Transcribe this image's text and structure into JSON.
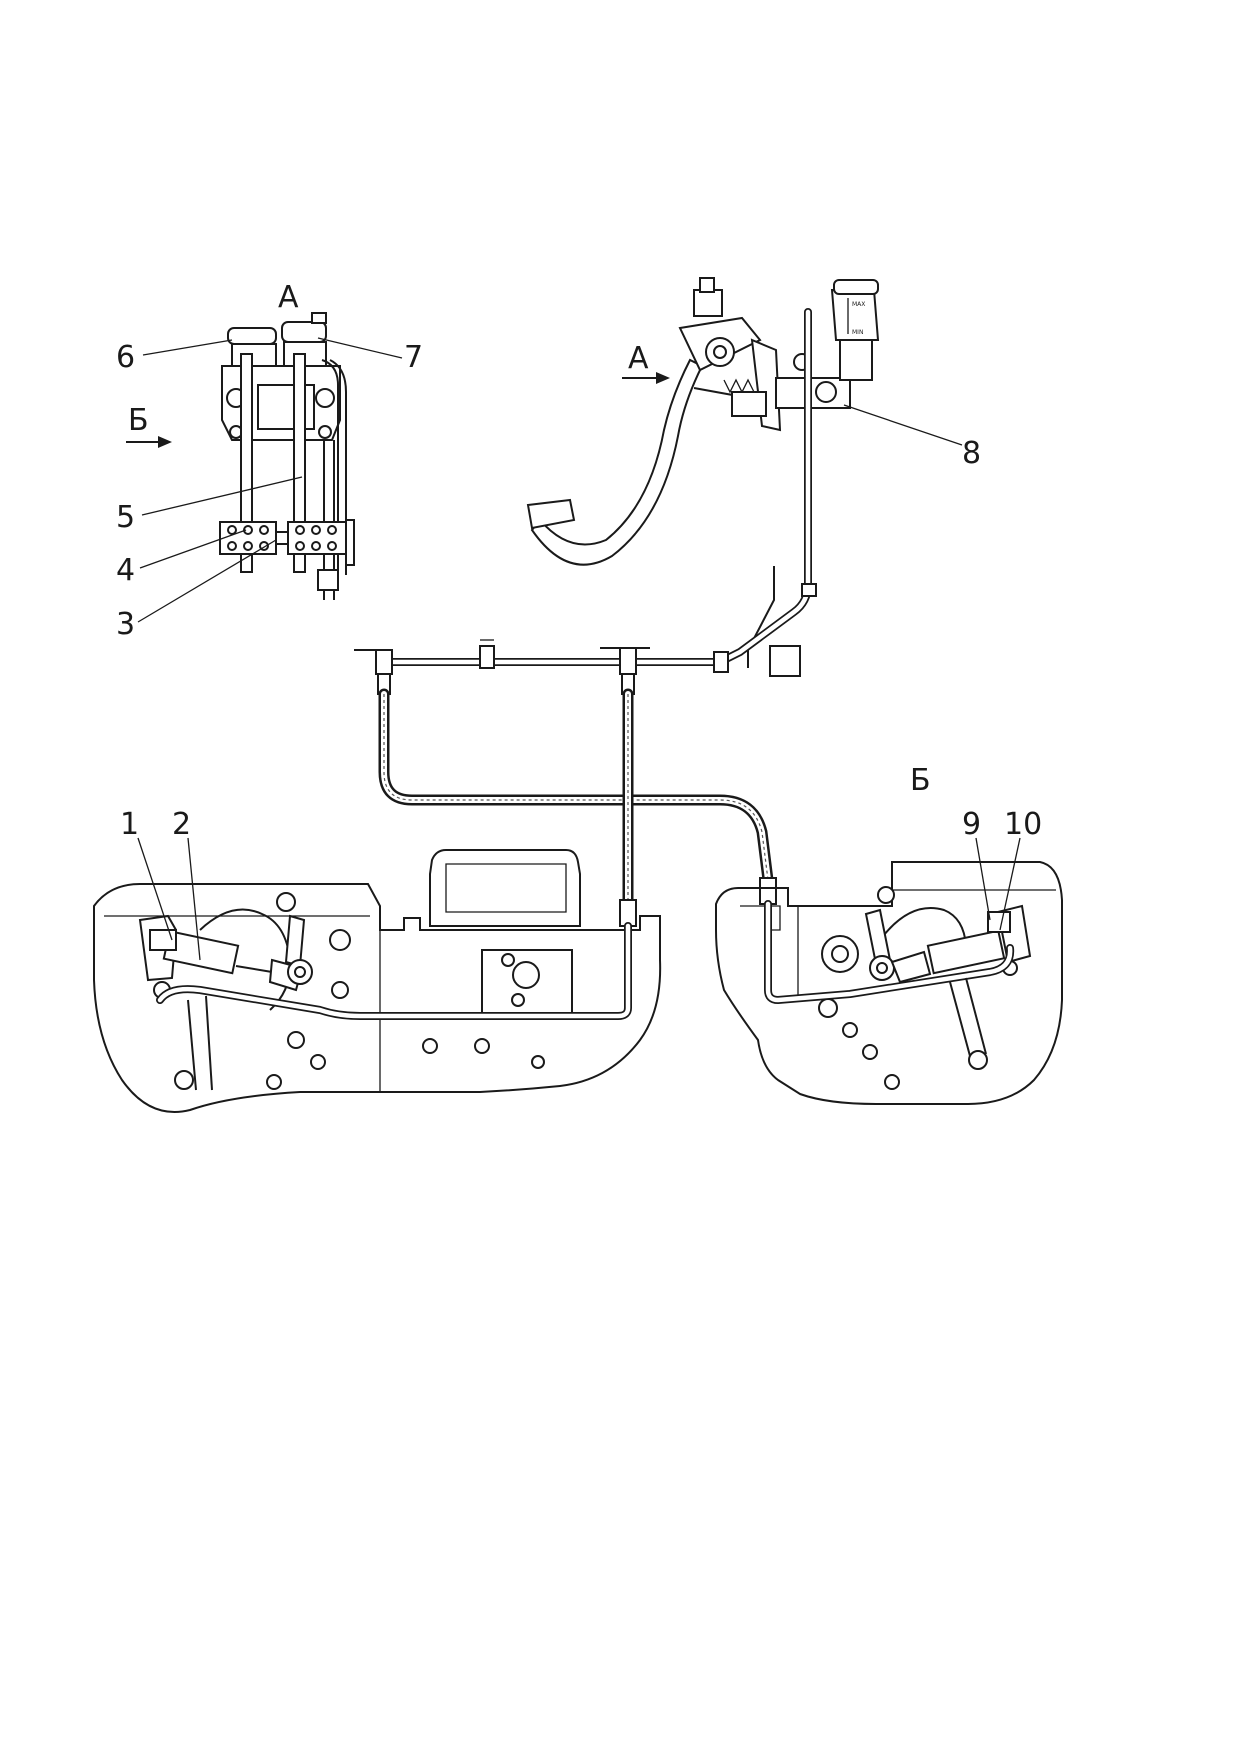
{
  "view_labels": {
    "view_a": "А",
    "view_b": "Б",
    "arrow_a": "А",
    "arrow_b": "Б"
  },
  "callouts": [
    {
      "id": "1",
      "text": "1"
    },
    {
      "id": "2",
      "text": "2"
    },
    {
      "id": "3",
      "text": "3"
    },
    {
      "id": "4",
      "text": "4"
    },
    {
      "id": "5",
      "text": "5"
    },
    {
      "id": "6",
      "text": "6"
    },
    {
      "id": "7",
      "text": "7"
    },
    {
      "id": "8",
      "text": "8"
    },
    {
      "id": "9",
      "text": "9"
    },
    {
      "id": "10",
      "text": "10"
    }
  ],
  "reservoir_marks": {
    "max": "MAX",
    "min": "MIN"
  }
}
